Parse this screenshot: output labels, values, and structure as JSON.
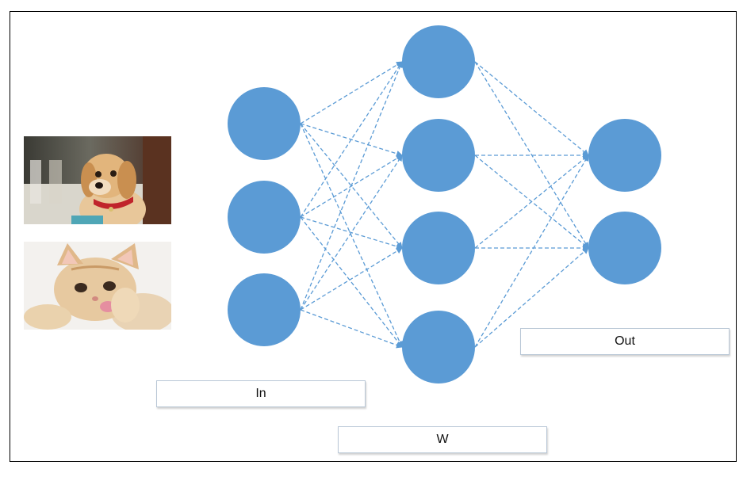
{
  "labels": {
    "input": "In",
    "weights": "W",
    "output": "Out"
  },
  "images": {
    "top": "puppy-photo",
    "bottom": "kitten-photo"
  },
  "colors": {
    "neuron": "#5b9bd5",
    "connection": "#5b9bd5",
    "frame": "#000000"
  },
  "network": {
    "layers": [
      3,
      4,
      2
    ],
    "connections": "fully-connected",
    "connection_style": "dashed-arrow"
  }
}
